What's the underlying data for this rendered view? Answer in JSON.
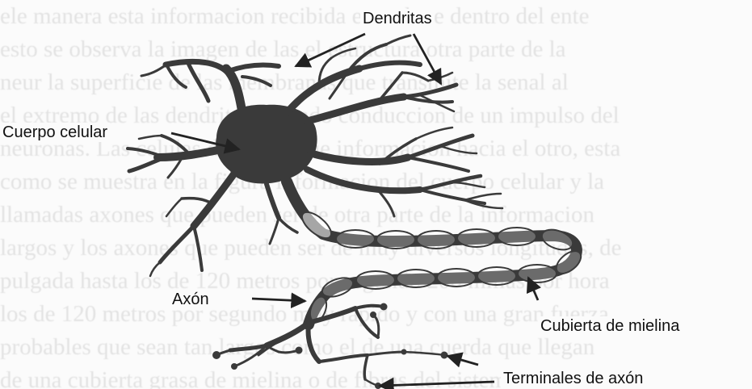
{
  "labels": {
    "dendrites": "Dendritas",
    "cell_body": "Cuerpo celular",
    "axon": "Axón",
    "myelin": "Cubierta de mielina",
    "axon_terminals": "Terminales de axón"
  },
  "colors": {
    "neuron": "#3a3a3a",
    "arrow": "#222222",
    "background": "#fbfbfb",
    "background_text": "#cfcfcf"
  },
  "myelin_segment_count": 15
}
